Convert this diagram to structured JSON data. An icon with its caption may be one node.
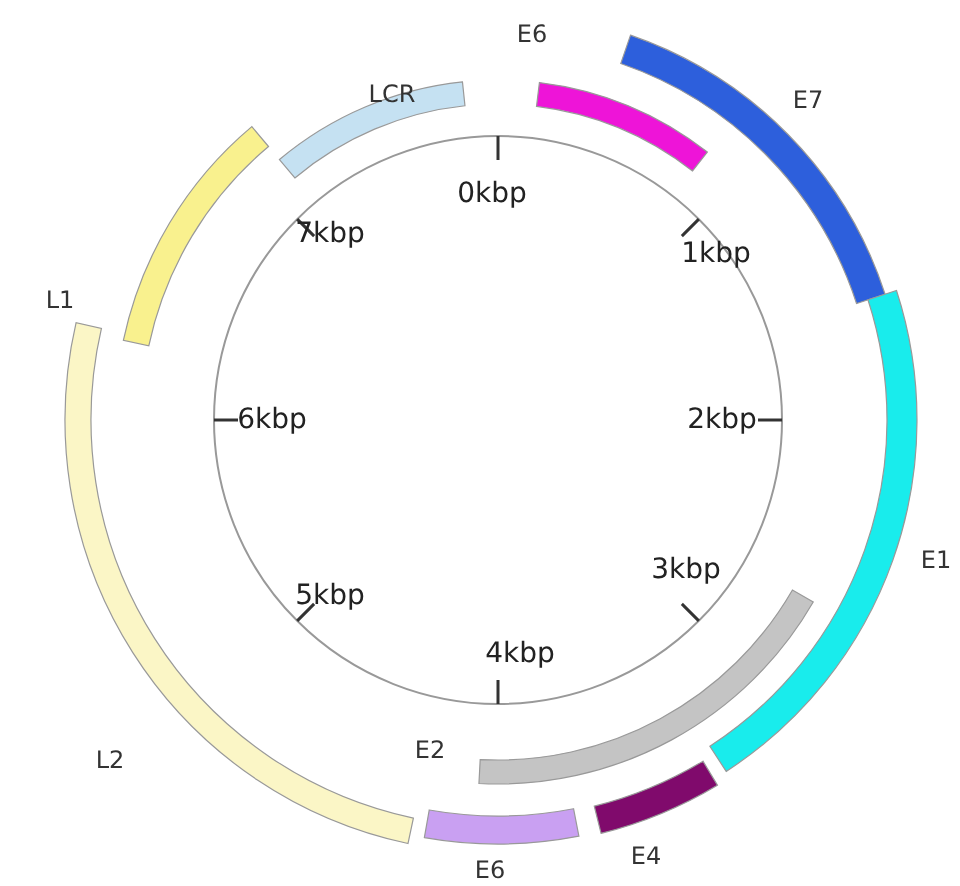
{
  "diagram": {
    "nodes": [
      {
        "text": [
          "LCR"
        ]
      },
      {
        "text": [
          "E6"
        ]
      },
      {
        "text": [
          "E7"
        ]
      },
      {
        "text": [
          "E1"
        ]
      },
      {
        "text": [
          "E2"
        ]
      },
      {
        "text": [
          "E4"
        ]
      },
      {
        "text": [
          "E6"
        ]
      },
      {
        "text": [
          "L2"
        ]
      },
      {
        "text": [
          "L1"
        ]
      }
    ],
    "labels": [
      "0kbp",
      "1kbp",
      "2kbp",
      "3kbp",
      "4kbp",
      "5kbp",
      "6kbp",
      "7kbp"
    ]
  }
}
